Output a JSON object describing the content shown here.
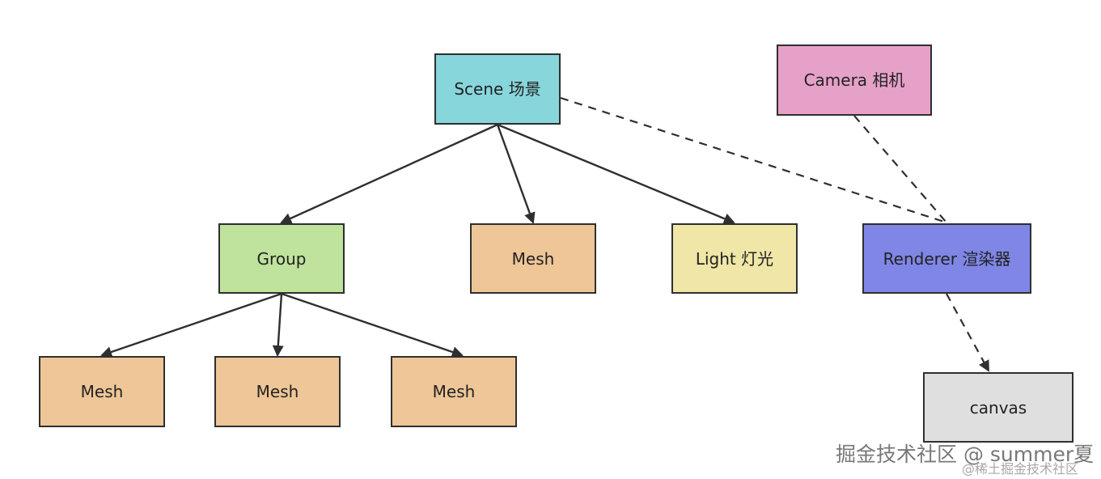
{
  "nodes": {
    "scene": {
      "label": "Scene 场景",
      "color": "#87d6dc"
    },
    "camera": {
      "label": "Camera 相机",
      "color": "#e6a1c8"
    },
    "group": {
      "label": "Group",
      "color": "#bfe39c"
    },
    "mesh_top": {
      "label": "Mesh",
      "color": "#eec697"
    },
    "light": {
      "label": "Light 灯光",
      "color": "#efe6a7"
    },
    "renderer": {
      "label": "Renderer 渲染器",
      "color": "#7f86e6"
    },
    "mesh_1": {
      "label": "Mesh",
      "color": "#eec697"
    },
    "mesh_2": {
      "label": "Mesh",
      "color": "#eec697"
    },
    "mesh_3": {
      "label": "Mesh",
      "color": "#eec697"
    },
    "canvas": {
      "label": "canvas",
      "color": "#dfdfdf"
    }
  },
  "edges": [
    {
      "from": "scene",
      "to": "group",
      "style": "solid",
      "arrow": true
    },
    {
      "from": "scene",
      "to": "mesh_top",
      "style": "solid",
      "arrow": true
    },
    {
      "from": "scene",
      "to": "light",
      "style": "solid",
      "arrow": true
    },
    {
      "from": "scene",
      "to": "renderer",
      "style": "dashed",
      "arrow": false
    },
    {
      "from": "camera",
      "to": "renderer",
      "style": "dashed",
      "arrow": false
    },
    {
      "from": "group",
      "to": "mesh_1",
      "style": "solid",
      "arrow": true
    },
    {
      "from": "group",
      "to": "mesh_2",
      "style": "solid",
      "arrow": true
    },
    {
      "from": "group",
      "to": "mesh_3",
      "style": "solid",
      "arrow": true
    },
    {
      "from": "renderer",
      "to": "canvas",
      "style": "dashed",
      "arrow": true
    }
  ],
  "watermark": {
    "main": "掘金技术社区 @ summer夏",
    "sub": "@稀土掘金技术社区"
  },
  "colors": {
    "line": "#2f2f2f",
    "border": "#2f2f2f",
    "text": "#222222"
  }
}
